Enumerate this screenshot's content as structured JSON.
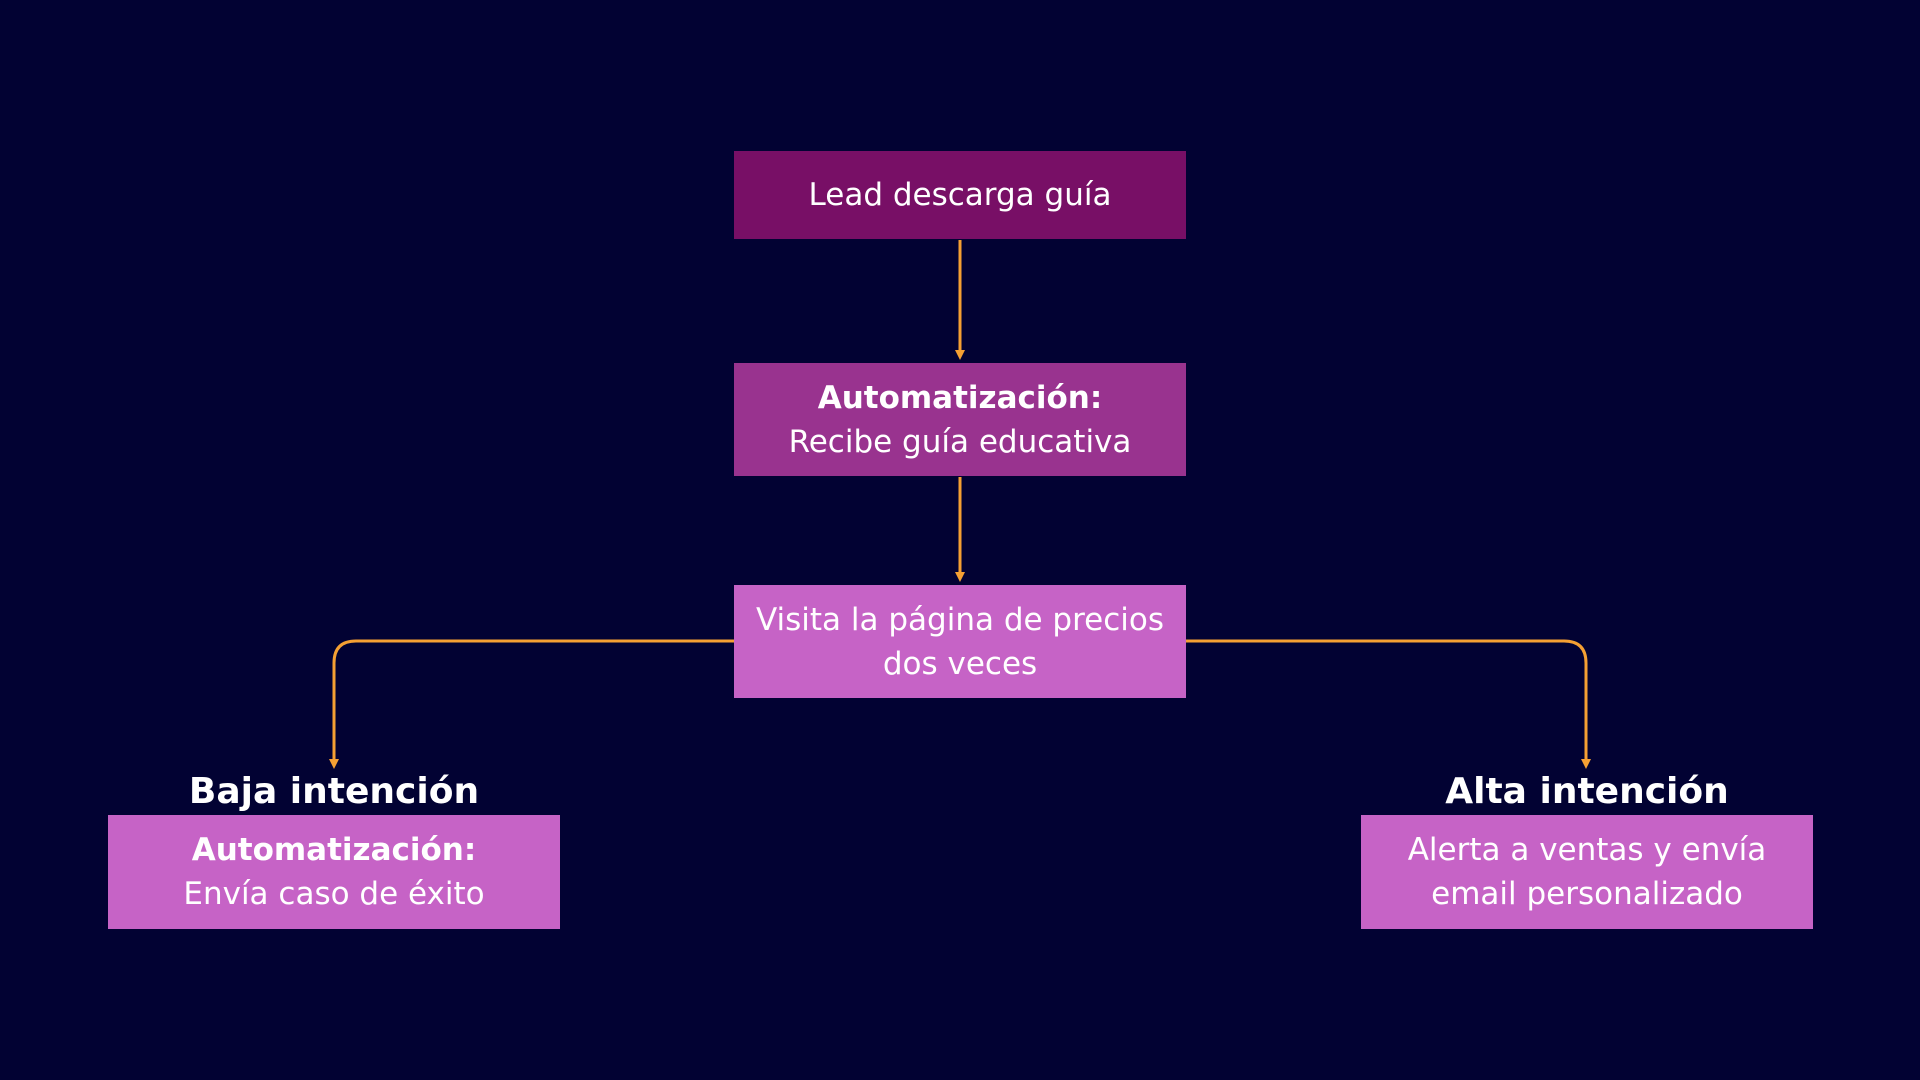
{
  "colors": {
    "background": "#020233",
    "connector": "#f5a033",
    "start_box": "#780f66",
    "automation_box": "#99338f",
    "light_box": "#c663c6",
    "text": "#ffffff"
  },
  "nodes": {
    "start": {
      "text": "Lead descarga guía"
    },
    "automation_guide": {
      "heading": "Automatización:",
      "text": "Recibe guía educativa"
    },
    "pricing_visit": {
      "line1": "Visita la página de precios",
      "line2": "dos veces"
    },
    "low_intent": {
      "label": "Baja intención",
      "heading": "Automatización:",
      "text": "Envía caso de éxito"
    },
    "high_intent": {
      "label": "Alta intención",
      "line1": "Alerta a ventas y envía",
      "line2": "email personalizado"
    }
  }
}
